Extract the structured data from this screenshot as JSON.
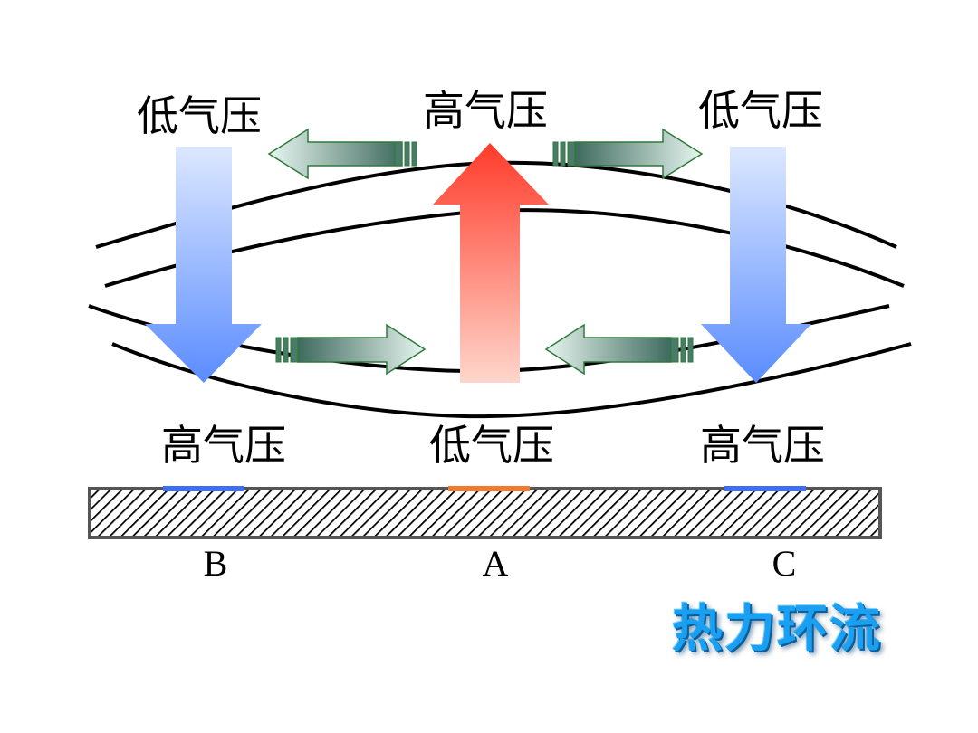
{
  "labels": {
    "top_left": "低气压",
    "top_center": "高气压",
    "top_right": "低气压",
    "bottom_left": "高气压",
    "bottom_center": "低气压",
    "bottom_right": "高气压"
  },
  "points": {
    "left": "B",
    "center": "A",
    "right": "C"
  },
  "title": "热力环流",
  "colors": {
    "rising_air": "#ff3b2a",
    "sinking_air": "#5a8cff",
    "horizontal_flow": "#4f8a78",
    "warm_ground": "#f07a30",
    "cool_ground": "#3f6ff0",
    "title": "#1aa0f2"
  }
}
